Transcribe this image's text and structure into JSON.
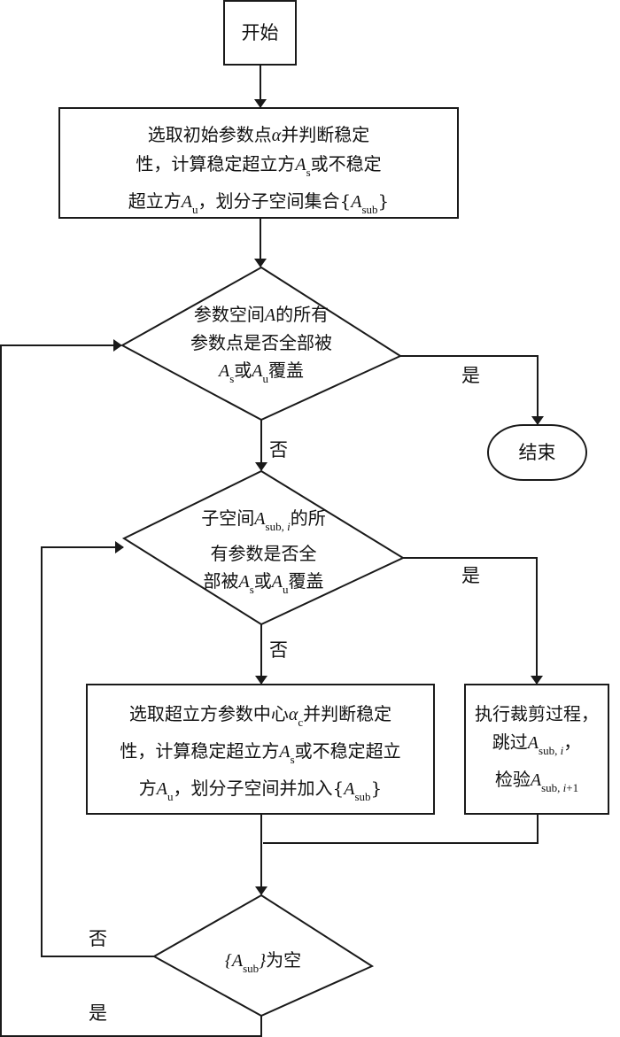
{
  "diagram": {
    "type": "flowchart",
    "nodes": {
      "start": {
        "text": "开始"
      },
      "init": {
        "line1_a": "选取初始参数点",
        "line1_alpha": "α",
        "line1_b": "并判断稳定",
        "line2_a": "性，计算稳定超立方",
        "line2_A": "A",
        "line2_sub": "s",
        "line2_b": "或不稳定",
        "line3_a": "超立方",
        "line3_A": "A",
        "line3_sub": "u",
        "line3_b": "，划分子空间集合{",
        "line3_A2": "A",
        "line3_sub2": "sub",
        "line3_c": "}"
      },
      "decision_cover": {
        "line1_a": "参数空间",
        "line1_A": "A",
        "line1_b": "的所有",
        "line2": "参数点是否全部被",
        "line3_A": "A",
        "line3_sub": "s",
        "line3_or": "或",
        "line3_A2": "A",
        "line3_sub2": "u",
        "line3_b": "覆盖"
      },
      "end": {
        "text": "结束"
      },
      "decision_sub": {
        "line1_a": "子空间",
        "line1_A": "A",
        "line1_sub": "sub, ",
        "line1_i": "i",
        "line1_b": "的所",
        "line2": "有参数是否全",
        "line3_a": "部被",
        "line3_A": "A",
        "line3_sub": "s",
        "line3_or": "或",
        "line3_A2": "A",
        "line3_sub2": "u",
        "line3_b": "覆盖"
      },
      "process_center": {
        "line1_a": "选取超立方参数中心",
        "line1_alpha": "α",
        "line1_sub": "c",
        "line1_b": "并判断稳定",
        "line2_a": "性，计算稳定超立方",
        "line2_A": "A",
        "line2_sub": "s",
        "line2_b": "或不稳定超立",
        "line3_a": "方",
        "line3_A": "A",
        "line3_sub": "u",
        "line3_b": "，划分子空间并加入{",
        "line3_A2": "A",
        "line3_sub2": "sub",
        "line3_c": "}"
      },
      "process_prune": {
        "line1": "执行裁剪过程，",
        "line2_a": "跳过",
        "line2_A": "A",
        "line2_sub": "sub, ",
        "line2_i": "i",
        "line2_b": "，",
        "line3_a": "检验",
        "line3_A": "A",
        "line3_sub": "sub, ",
        "line3_i": "i",
        "line3_sub_tail": "+1"
      },
      "decision_empty": {
        "open": "{",
        "A": "A",
        "sub": "sub",
        "close": "}",
        "text": "为空"
      }
    },
    "edge_labels": {
      "cover_yes": "是",
      "cover_no": "否",
      "sub_yes": "是",
      "sub_no": "否",
      "empty_no": "否",
      "empty_yes": "是"
    }
  }
}
